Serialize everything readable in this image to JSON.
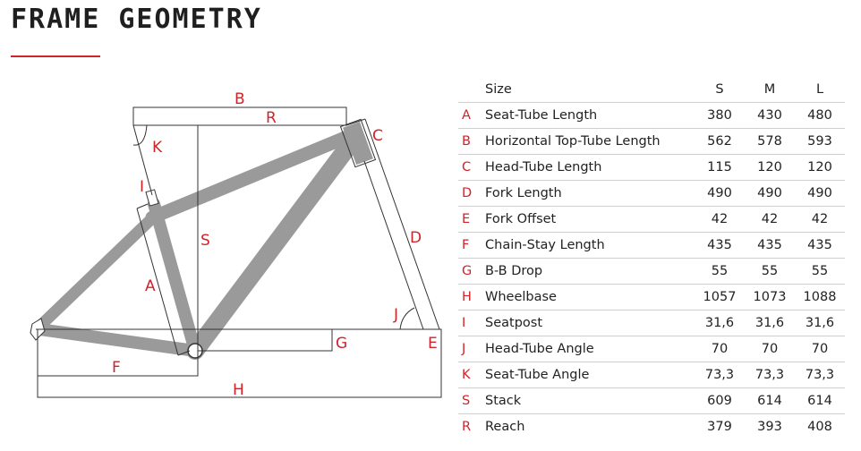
{
  "title": "FRAME GEOMETRY",
  "colors": {
    "accent": "#d0232a",
    "frame": "#9a9a9a",
    "line": "#333333"
  },
  "diagram_labels": {
    "A": "A",
    "B": "B",
    "C": "C",
    "D": "D",
    "E": "E",
    "F": "F",
    "G": "G",
    "H": "H",
    "I": "I",
    "J": "J",
    "K": "K",
    "S": "S",
    "R": "R"
  },
  "table": {
    "size_header": "Size",
    "sizes": [
      "S",
      "M",
      "L"
    ],
    "rows": [
      {
        "key": "A",
        "name": "Seat-Tube Length",
        "values": [
          "380",
          "430",
          "480"
        ]
      },
      {
        "key": "B",
        "name": "Horizontal Top-Tube Length",
        "values": [
          "562",
          "578",
          "593"
        ]
      },
      {
        "key": "C",
        "name": "Head-Tube Length",
        "values": [
          "115",
          "120",
          "120"
        ]
      },
      {
        "key": "D",
        "name": "Fork Length",
        "values": [
          "490",
          "490",
          "490"
        ]
      },
      {
        "key": "E",
        "name": "Fork Offset",
        "values": [
          "42",
          "42",
          "42"
        ]
      },
      {
        "key": "F",
        "name": "Chain-Stay Length",
        "values": [
          "435",
          "435",
          "435"
        ]
      },
      {
        "key": "G",
        "name": "B-B Drop",
        "values": [
          "55",
          "55",
          "55"
        ]
      },
      {
        "key": "H",
        "name": "Wheelbase",
        "values": [
          "1057",
          "1073",
          "1088"
        ]
      },
      {
        "key": "I",
        "name": "Seatpost",
        "values": [
          "31,6",
          "31,6",
          "31,6"
        ]
      },
      {
        "key": "J",
        "name": "Head-Tube Angle",
        "values": [
          "70",
          "70",
          "70"
        ]
      },
      {
        "key": "K",
        "name": "Seat-Tube Angle",
        "values": [
          "73,3",
          "73,3",
          "73,3"
        ]
      },
      {
        "key": "S",
        "name": "Stack",
        "values": [
          "609",
          "614",
          "614"
        ]
      },
      {
        "key": "R",
        "name": "Reach",
        "values": [
          "379",
          "393",
          "408"
        ]
      }
    ]
  }
}
